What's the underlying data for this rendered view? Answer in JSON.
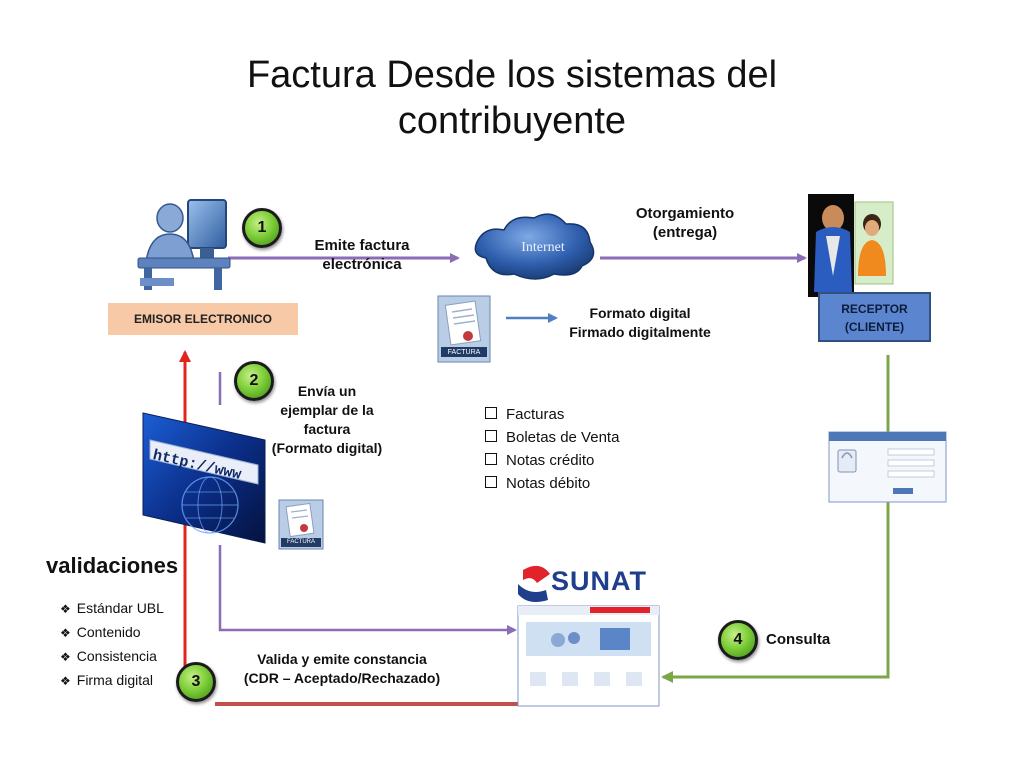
{
  "title": [
    "Factura Desde los sistemas del",
    "contribuyente"
  ],
  "steps": [
    "1",
    "2",
    "3",
    "4"
  ],
  "labels": {
    "emite": [
      "Emite factura",
      "electrónica"
    ],
    "internet": "Internet",
    "otorgamiento": [
      "Otorgamiento",
      "(entrega)"
    ],
    "formato": [
      "Formato digital",
      "Firmado digitalmente"
    ],
    "envia": [
      "Envía un",
      "ejemplar de la",
      "factura",
      "(Formato digital)"
    ],
    "valida": [
      "Valida y emite constancia",
      "(CDR – Aceptado/Rechazado)"
    ],
    "consulta": "Consulta"
  },
  "emisor_box": "EMISOR ELECTRONICO",
  "receptor_box": [
    "RECEPTOR",
    "(CLIENTE)"
  ],
  "document_types": [
    "Facturas",
    "Boletas de Venta",
    "Notas crédito",
    "Notas débito"
  ],
  "validaciones": {
    "title": "validaciones",
    "items": [
      "Estándar UBL",
      "Contenido",
      "Consistencia",
      "Firma digital"
    ]
  },
  "sunat_logo": "SUNAT",
  "doc_icon_label": "FACTURA",
  "browser_text": "http://www",
  "colors": {
    "flow_arrow": "#8a6db5",
    "formato_arrow": "#4f7fc0",
    "validation_arrow": "#e0261c",
    "cdr_line": "#c0504d",
    "consulta_line": "#7ca64a",
    "emisor_box": "#f8c9a6",
    "receptor_box": "#5b86cf",
    "step_badge": "#7fcf3a",
    "sunat_blue": "#1f3f8c",
    "sunat_red": "#e2232a"
  }
}
